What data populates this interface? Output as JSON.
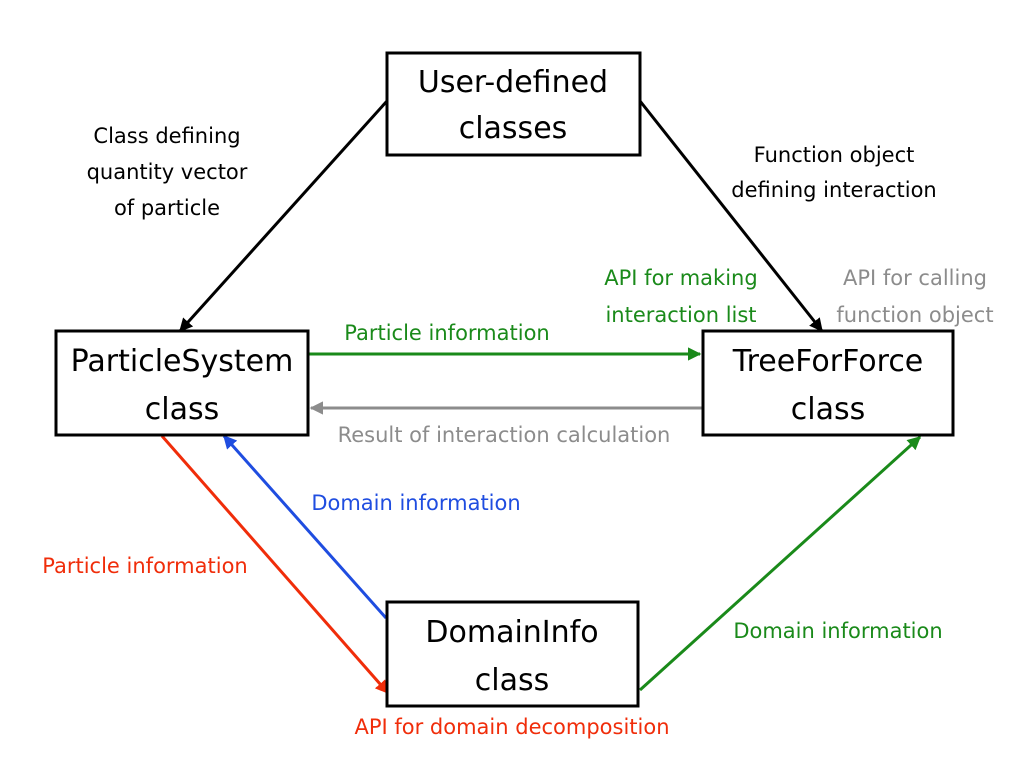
{
  "nodes": {
    "user": {
      "line1": "User-defined",
      "line2": "classes"
    },
    "particle": {
      "line1": "ParticleSystem",
      "line2": "class"
    },
    "tree": {
      "line1": "TreeForForce",
      "line2": "class"
    },
    "domain": {
      "line1": "DomainInfo",
      "line2": "class"
    }
  },
  "labels": {
    "class_defining": [
      "Class defining",
      "quantity vector",
      "of particle"
    ],
    "function_object": [
      "Function object",
      "defining interaction"
    ],
    "api_making": [
      "API for making",
      "interaction list"
    ],
    "api_calling": [
      "API for calling",
      "function object"
    ],
    "particle_info_green": "Particle information",
    "result_interaction": "Result of interaction calculation",
    "domain_info_blue": "Domain information",
    "particle_info_red": "Particle information",
    "domain_info_green": "Domain information",
    "api_domain_decomp": "API for domain decomposition"
  },
  "colors": {
    "black": "#000000",
    "green": "#1a8a1a",
    "gray": "#8c8c8c",
    "blue": "#1f4de0",
    "red": "#f02d0a"
  }
}
